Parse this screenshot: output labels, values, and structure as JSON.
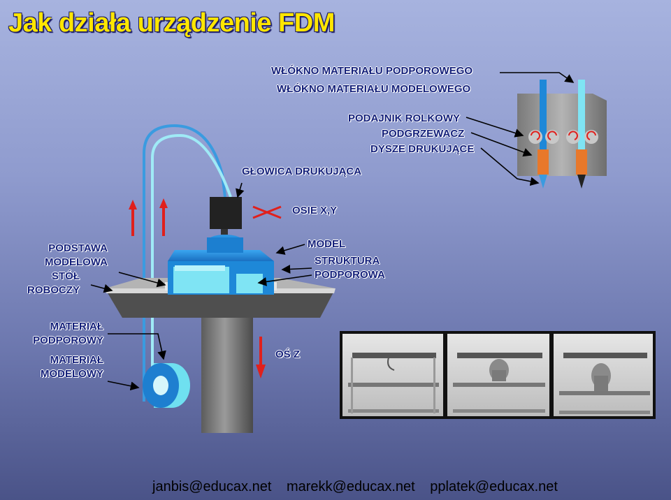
{
  "title": "Jak działa urządzenie FDM",
  "labels": {
    "support_filament": "WŁÓKNO MATERIAŁU PODPOROWEGO",
    "model_filament": "WŁÓKNO MATERIAŁU MODELOWEGO",
    "roller_feeder": "PODAJNIK ROLKOWY",
    "preheater": "PODGRZEWACZ",
    "nozzles": "DYSZE DRUKUJĄCE",
    "print_head": "GŁOWICA DRUKUJĄCA",
    "xy_axes": "OSIE X,Y",
    "model_base": [
      "PODSTAWA",
      "MODELOWA"
    ],
    "work_table": [
      "STÓŁ",
      "ROBOCZY"
    ],
    "model": "MODEL",
    "support_structure": [
      "STRUKTURA",
      "PODPOROWA"
    ],
    "support_material": [
      "MATERIAŁ",
      "PODPOROWY"
    ],
    "model_material": [
      "MATERIAŁ",
      "MODELOWY"
    ],
    "z_axis": "OŚ Z"
  },
  "footer": {
    "emails": [
      "janbis@educax.net",
      "marekk@educax.net",
      "pplatek@educax.net"
    ]
  },
  "colors": {
    "title": "#ffe600",
    "label": "#14207a",
    "arrow_red": "#e0201c",
    "model_blue": "#1e88d8",
    "support_cyan": "#7fe4f4"
  }
}
